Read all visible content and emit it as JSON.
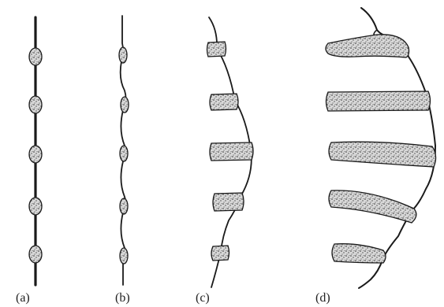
{
  "figure": {
    "panels": [
      {
        "id": "a",
        "label": "(a)"
      },
      {
        "id": "b",
        "label": "(b)"
      },
      {
        "id": "c",
        "label": "(c)"
      },
      {
        "id": "d",
        "label": "(d)"
      }
    ],
    "colors": {
      "ink": "#1a1a1a",
      "stipple_fill": "#cfcfcf",
      "background": "#ffffff"
    }
  }
}
